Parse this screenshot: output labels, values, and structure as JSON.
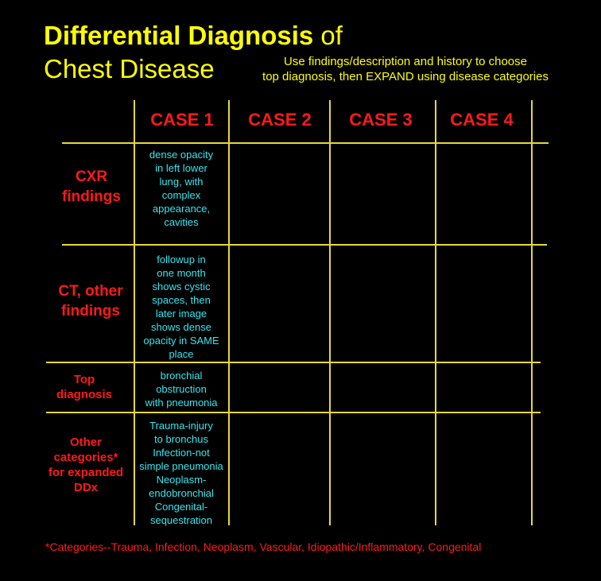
{
  "title": {
    "part1": "Differential Diagnosis",
    "part2": "of",
    "line2": "Chest Disease"
  },
  "subtitle": {
    "line1": "Use findings/description and history to choose",
    "line2": "top diagnosis, then EXPAND using disease categories"
  },
  "table": {
    "columns": [
      "CASE 1",
      "CASE 2",
      "CASE 3",
      "CASE 4"
    ],
    "rows": [
      {
        "header": [
          "CXR",
          "findings"
        ],
        "case1": [
          "dense opacity",
          "in left lower",
          "lung, with",
          "complex",
          "appearance,",
          "cavities"
        ]
      },
      {
        "header": [
          "CT, other",
          "findings"
        ],
        "case1": [
          "followup in",
          "one month",
          "shows cystic",
          "spaces, then",
          "later image",
          "shows dense",
          "opacity in SAME",
          "place"
        ]
      },
      {
        "header": [
          "Top",
          "diagnosis"
        ],
        "case1": [
          "bronchial",
          "obstruction",
          "with pneumonia"
        ]
      },
      {
        "header": [
          "Other",
          "categories*",
          "for expanded",
          "DDx"
        ],
        "case1": [
          "Trauma-injury",
          "to bronchus",
          "Infection-not",
          "simple pneumonia",
          "Neoplasm-",
          "endobronchial",
          "Congenital-",
          "sequestration"
        ]
      }
    ]
  },
  "footnote": "*Categories--Trauma, Infection, Neoplasm, Vascular, Idiopathic/Inflammatory, Congenital"
}
